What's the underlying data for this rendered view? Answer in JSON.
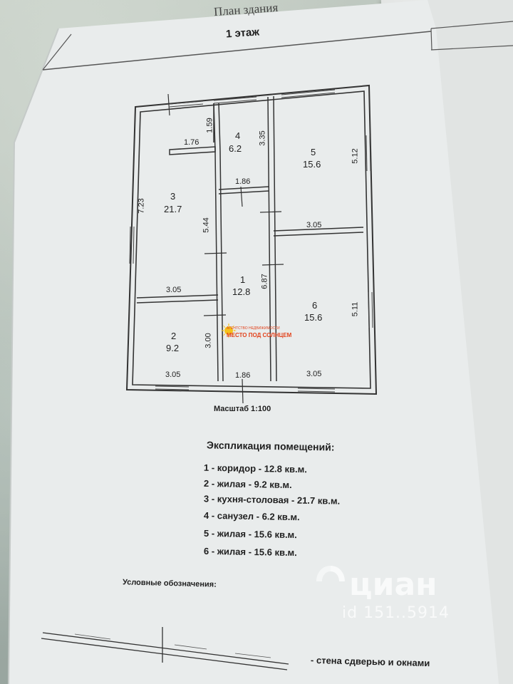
{
  "header": {
    "title": "План здания",
    "floor": "1 этаж"
  },
  "plan": {
    "rooms": [
      {
        "number": "1",
        "area": "12.8"
      },
      {
        "number": "2",
        "area": "9.2"
      },
      {
        "number": "3",
        "area": "21.7"
      },
      {
        "number": "4",
        "area": "6.2"
      },
      {
        "number": "5",
        "area": "15.6"
      },
      {
        "number": "6",
        "area": "15.6"
      }
    ],
    "dimensions": {
      "d_1_76": "1.76",
      "d_1_59": "1.59",
      "d_3_35": "3.35",
      "d_5_12": "5.12",
      "d_1_86_top": "1.86",
      "d_7_23": "7.23",
      "d_5_44": "5.44",
      "d_3_05_mid_right": "3.05",
      "d_6_87": "6.87",
      "d_3_05_left_mid": "3.05",
      "d_5_11": "5.11",
      "d_3_00": "3.00",
      "d_3_05_bottom_left": "3.05",
      "d_1_86_bottom": "1.86",
      "d_3_05_bottom_right": "3.05"
    },
    "scale": "Масштаб 1:100"
  },
  "logo": {
    "line1": "АГЕНТСТВО НЕДВИЖИМОСТИ",
    "line2": "МЕСТО ПОД СОЛНЦЕМ"
  },
  "explication": {
    "title": "Экспликация помещений:",
    "items": [
      "1 - коридор - 12.8 кв.м.",
      "2 - жилая - 9.2 кв.м.",
      "3 - кухня-столовая - 21.7 кв.м.",
      "4 - санузел - 6.2 кв.м.",
      "5 - жилая - 15.6 кв.м.",
      "6 - жилая - 15.6 кв.м."
    ]
  },
  "legend": {
    "title": "Условные обозначения:",
    "wall_label": "- стена сдверью и окнами"
  },
  "watermark": {
    "brand": "циан",
    "id": "id 151..5914"
  },
  "colors": {
    "paper": "#ecefee",
    "ink": "#1e1e1e",
    "logo_yellow": "#f4c21a",
    "logo_red": "#e2431d"
  }
}
